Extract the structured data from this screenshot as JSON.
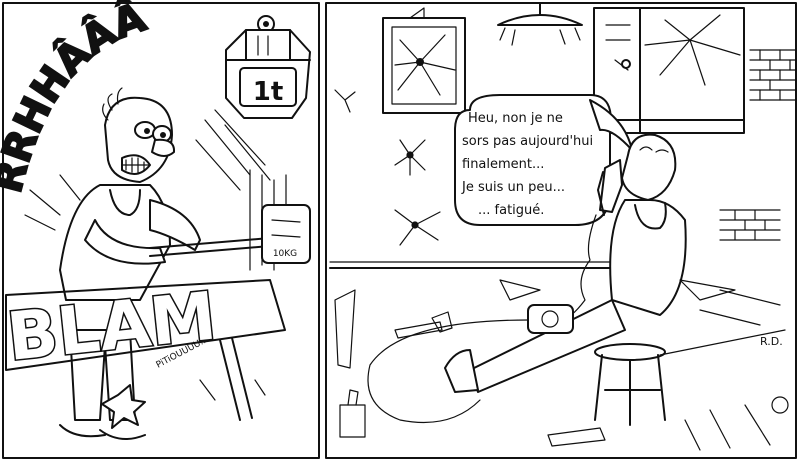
{
  "panel_left": {
    "scream": "RRHHÂÂÂ",
    "weight_label": "1t",
    "hammer_label": "10KG",
    "impact": "BLAM",
    "sound": "PiTiOUUUU..."
  },
  "panel_right": {
    "speech_lines": [
      "Heu, non je ne",
      "sors pas aujourd'hui",
      "finalement...",
      "Je suis un peu...",
      "... fatigué."
    ],
    "signature": "R.D."
  },
  "colors": {
    "ink": "#111111",
    "paper": "#ffffff"
  }
}
